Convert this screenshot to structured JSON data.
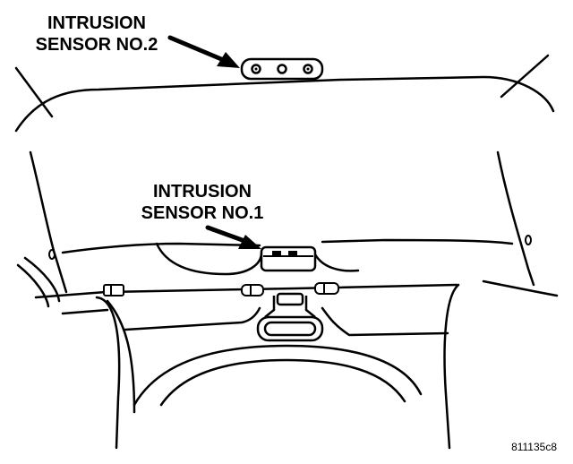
{
  "labels": {
    "sensor2_line1": "INTRUSION",
    "sensor2_line2": "SENSOR NO.2",
    "sensor1_line1": "INTRUSION",
    "sensor1_line2": "SENSOR NO.1"
  },
  "figure_code": "811135c8",
  "colors": {
    "line": "#000000",
    "background": "#ffffff"
  }
}
